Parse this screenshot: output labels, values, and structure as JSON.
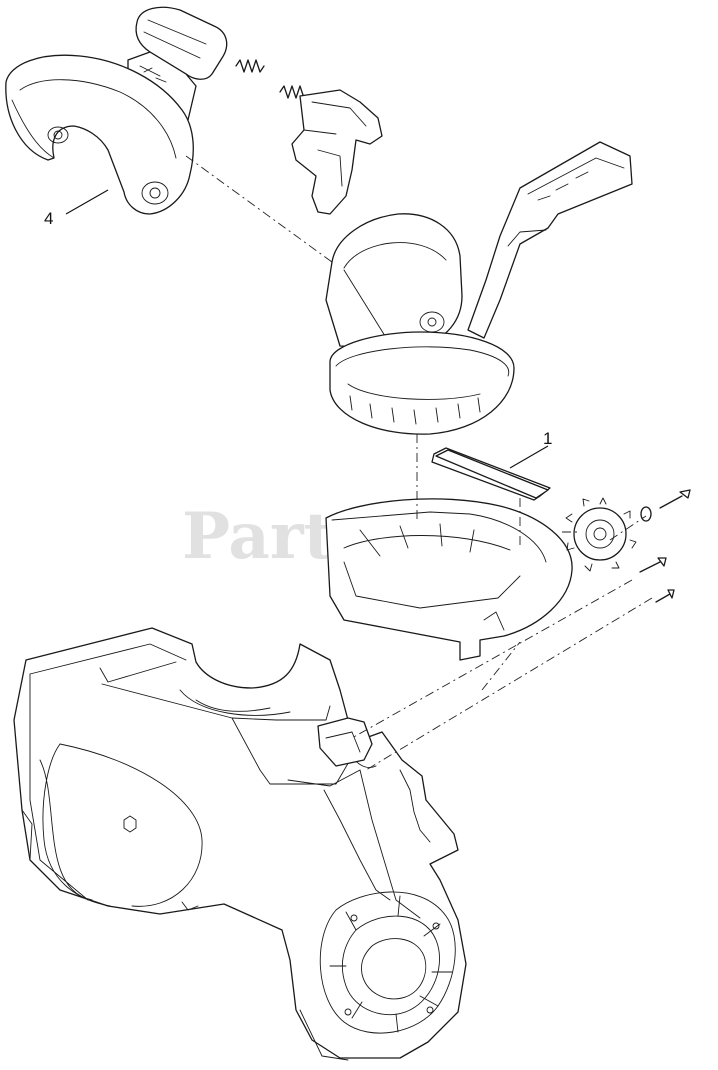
{
  "diagram": {
    "callouts": [
      {
        "id": "4",
        "label": "4"
      },
      {
        "id": "1",
        "label": "1"
      }
    ],
    "watermark": "PartsTree",
    "colors": {
      "line": "#1a1a1a",
      "background": "#ffffff",
      "watermark": "#c8c8c8"
    }
  }
}
